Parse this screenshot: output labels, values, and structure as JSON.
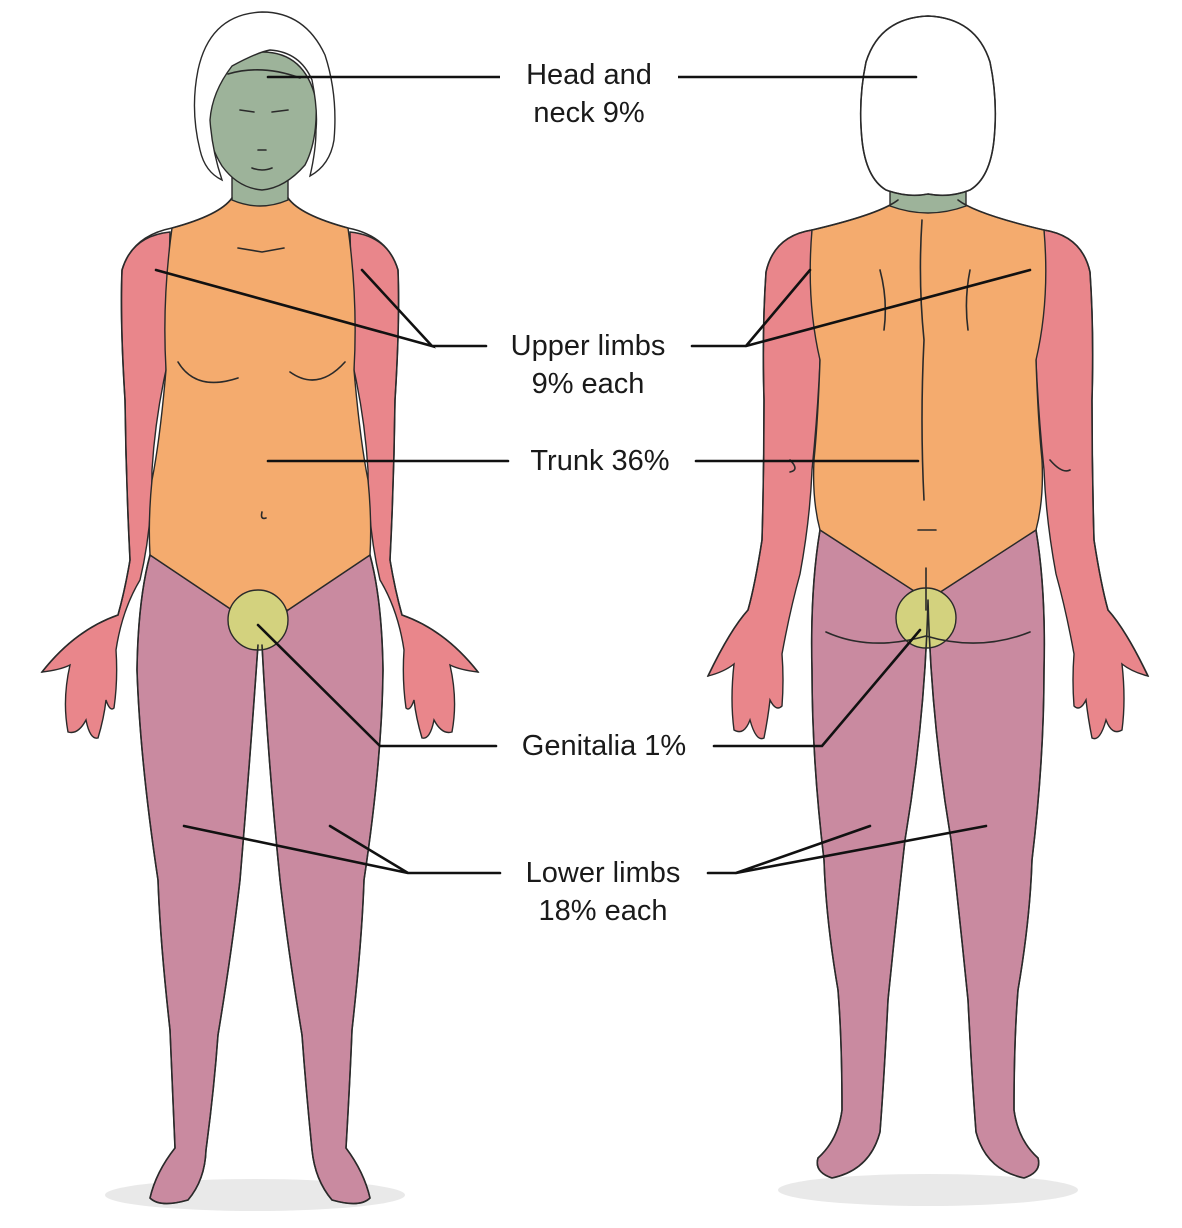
{
  "regions": {
    "head_neck": {
      "line1": "Head and",
      "line2": "neck 9%",
      "color": "#9db39a"
    },
    "upper_limbs": {
      "line1": "Upper limbs",
      "line2": "9% each",
      "color": "#e9868b"
    },
    "trunk": {
      "line1": "Trunk 36%",
      "color": "#f4ab6e"
    },
    "genitalia": {
      "line1": "Genitalia 1%",
      "color": "#d3d27e"
    },
    "lower_limbs": {
      "line1": "Lower limbs",
      "line2": "18% each",
      "color": "#c98aa0"
    }
  },
  "hair_color": "#ffffff",
  "outline_color": "#2a2a2a"
}
